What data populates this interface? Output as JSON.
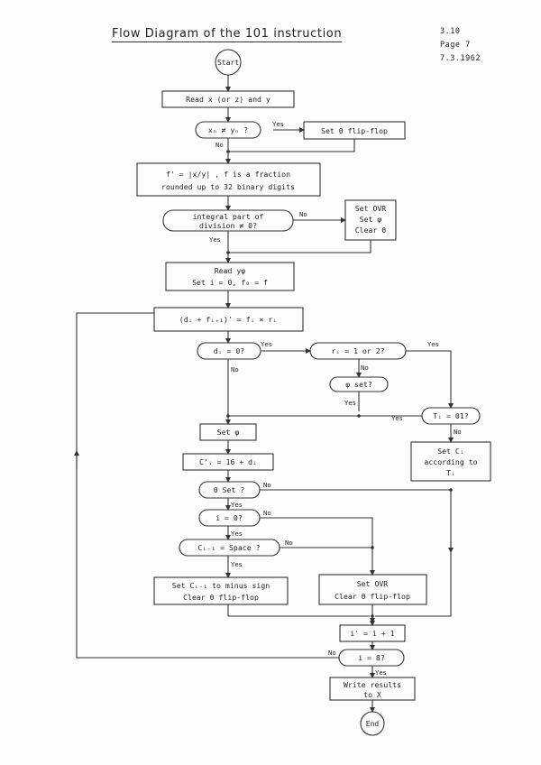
{
  "header": {
    "title": "Flow Diagram of the 101 instruction",
    "ref": "3.10",
    "page": "Page 7",
    "date": "7.3.1962"
  },
  "nodes": {
    "start": "Start",
    "read_xy": "Read x (or z) and y",
    "cond_xy": "xₙ ≠ yₙ ?",
    "set_theta": "Set θ flip-flop",
    "fraction_1": "f' = |x/y| , f is a fraction",
    "fraction_2": "rounded up to 32 binary digits",
    "cond_integral_1": "integral part of",
    "cond_integral_2": "division ≠ 0?",
    "set_ovr_1": "Set OVR",
    "set_ovr_2": "Set φ",
    "set_ovr_3": "Clear θ",
    "read_y_1": "Read yφ",
    "read_y_2": "Set i = 0, f₀ = f",
    "digit_calc": "(dᵢ + fᵢ₊₁)' = fᵢ × rᵢ",
    "cond_d0": "dᵢ = 0?",
    "cond_r12": "rᵢ = 1 or 2?",
    "cond_phi_set": "φ set?",
    "cond_t01": "Tᵢ = 01?",
    "set_phi": "Set φ",
    "set_c_1": "Set Cᵢ",
    "set_c_2": "according to",
    "set_c_3": "Tᵢ",
    "c_calc": "C'ᵢ = 16 + dᵢ",
    "cond_theta_set": "θ Set ?",
    "cond_i0": "i = 0?",
    "cond_space": "Cᵢ₋₁ = Space ?",
    "set_minus_1": "Set Cᵢ₋₁ to minus sign",
    "set_minus_2": "Clear θ flip-flop",
    "set_ovr_b_1": "Set OVR",
    "set_ovr_b_2": "Clear θ flip-flop",
    "incr": "i' = i + 1",
    "cond_i8": "i = 8?",
    "write_1": "Write results",
    "write_2": "to X",
    "end": "End"
  },
  "branch_labels": {
    "yes": "Yes",
    "no": "No"
  }
}
